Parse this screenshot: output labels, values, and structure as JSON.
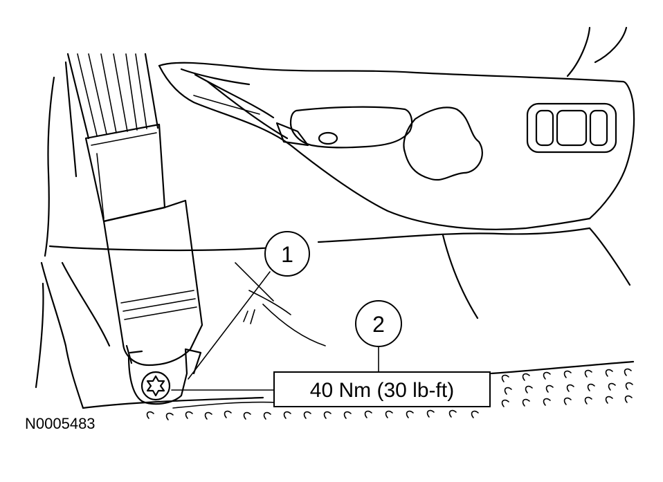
{
  "figure": {
    "id": "N0005483"
  },
  "callouts": [
    {
      "number": "1"
    },
    {
      "number": "2"
    }
  ],
  "torque_spec": "40 Nm (30 lb-ft)"
}
